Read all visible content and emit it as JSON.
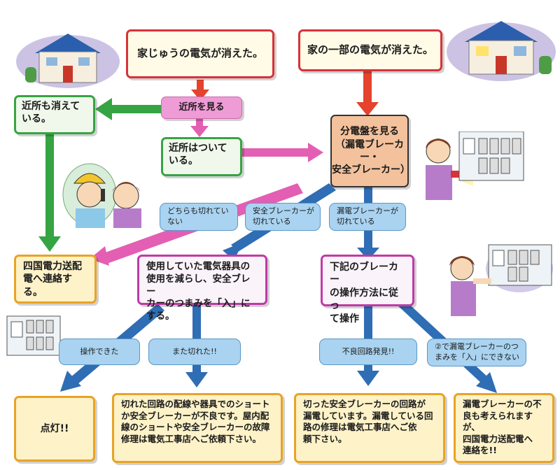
{
  "boxes": {
    "whole_out": "家じゅうの電気が消えた。",
    "part_out": "家の一部の電気が消えた。",
    "look_neighbors": "近所を見る",
    "neighbors_out": "近所も消えて\nいる。",
    "neighbors_on": "近所はついて\nいる。",
    "look_panel": "分電盤を見る\n（漏電ブレーカー・\n安全ブレーカー）",
    "both_not_off": "どちらも切れてい\nない",
    "safety_off": "安全ブレーカーが\n切れている",
    "leak_off": "漏電ブレーカーが\n切れている",
    "contact_power": "四国電力送配\n電へ連絡する。",
    "reduce_appliances": "使用していた電気器具の\n使用を減らし、安全ブレー\nカーのつまみを「入」にする。",
    "follow_procedure": "下記のブレーカー\nの操作方法に従っ\nて操作",
    "could_operate": "操作できた",
    "tripped_again": "また切れた!!",
    "fault_found": "不良回路発見!!",
    "cannot_set": "②で漏電ブレーカーのつ\nまみを「入」にできない",
    "lights_on": "点灯!!",
    "short_circuit": "切れた回路の配線や器具でのショート\nか安全ブレーカーが不良です。屋内配\n線のショートや安全ブレーカーの故障\n修理は電気工事店へご依頼下さい。",
    "leakage_repair": "切った安全ブレーカーの回路が\n漏電しています。漏電している回\n路の修理は電気工事店へご依\n頼下さい。",
    "breaker_faulty": "漏電ブレーカーの不\n良も考えられますが、\n四国電力送配電へ\n連絡を!!"
  },
  "colors": {
    "red_arrow": "#e4432d",
    "pink_arrow": "#e35fb3",
    "green_arrow": "#35a442",
    "blue_arrow": "#2f6db4"
  },
  "icons": [
    "house-icon",
    "house-lit-icon",
    "worker-on-phone-icon",
    "woman-worried-icon",
    "woman-flashlight-icon",
    "breaker-panel-icon",
    "woman-at-panel-icon"
  ]
}
